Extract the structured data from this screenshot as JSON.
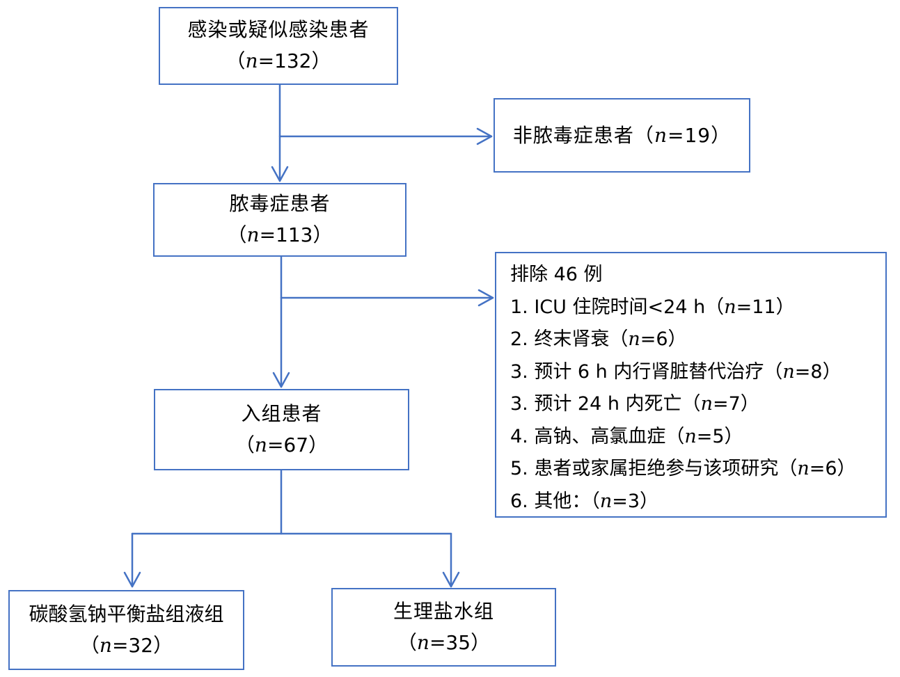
{
  "colors": {
    "accent": "#4472c4",
    "background": "#ffffff",
    "text": "#000000"
  },
  "boxes": {
    "infected": {
      "title": "感染或疑似感染患者",
      "count_open": "（",
      "n": "n",
      "count_value": "=132",
      "count_close": "）"
    },
    "non_sepsis": {
      "title": "非脓毒症患者",
      "count_open": "（",
      "n": "n",
      "count_value": "=19",
      "count_close": "）"
    },
    "sepsis": {
      "title": "脓毒症患者",
      "count_open": "（",
      "n": "n",
      "count_value": "=113",
      "count_close": "）"
    },
    "enrolled": {
      "title": "入组患者",
      "count_open": "（",
      "n": "n",
      "count_value": "=67",
      "count_close": "）"
    },
    "bicarbonate": {
      "title": "碳酸氢钠平衡盐组液组",
      "count_open": "（",
      "n": "n",
      "count_value": "=32",
      "count_close": "）"
    },
    "saline": {
      "title": "生理盐水组",
      "count_open": "（",
      "n": "n",
      "count_value": "=35",
      "count_close": "）"
    }
  },
  "exclusion": {
    "title": "排除 46 例",
    "items": [
      {
        "text": "1. ICU 住院时间<24 h（",
        "n": "n",
        "value": "=11",
        "close": "）"
      },
      {
        "text": "2. 终末肾衰（",
        "n": "n",
        "value": "=6",
        "close": "）"
      },
      {
        "text": "3. 预计 6 h 内行肾脏替代治疗（",
        "n": "n",
        "value": "=8",
        "close": "）"
      },
      {
        "text": "3. 预计 24 h 内死亡（",
        "n": "n",
        "value": "=7",
        "close": "）"
      },
      {
        "text": "4. 高钠、高氯血症（",
        "n": "n",
        "value": "=5",
        "close": "）"
      },
      {
        "text": "5. 患者或家属拒绝参与该项研究（",
        "n": "n",
        "value": "=6",
        "close": "）"
      },
      {
        "text": "6. 其他：（",
        "n": "n",
        "value": "=3",
        "close": "）"
      }
    ]
  }
}
